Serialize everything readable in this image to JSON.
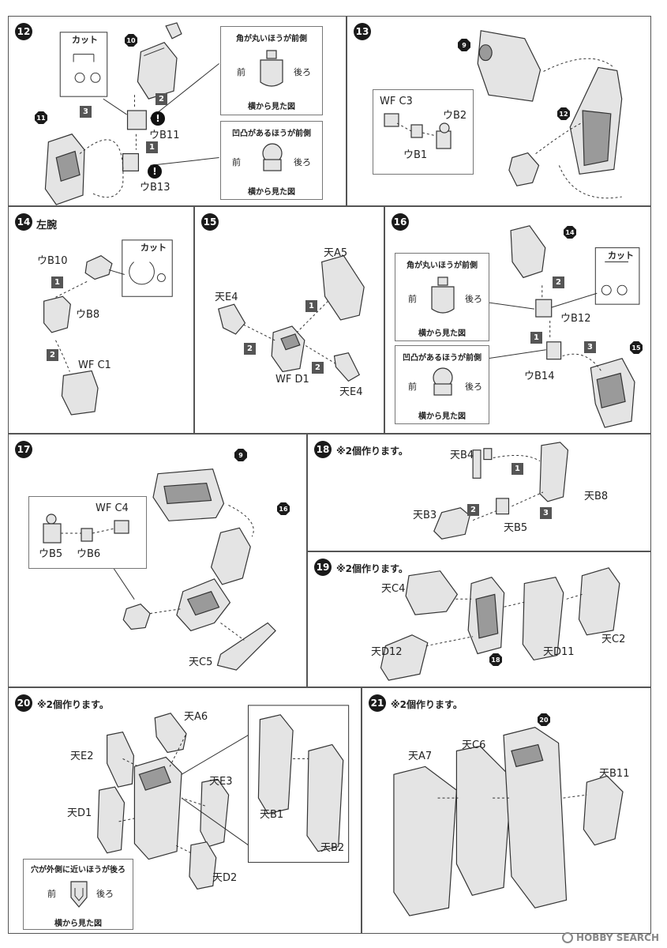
{
  "steps": {
    "s12": {
      "num": "12",
      "cut": "カット",
      "labels": {
        "p10": "10",
        "p11": "11",
        "ub11": "ウB11",
        "ub13": "ウB13"
      },
      "seq": [
        "2",
        "1",
        "3"
      ],
      "warn": "!",
      "box1": {
        "title": "角が丸いほうが前側",
        "front": "前",
        "back": "後ろ",
        "caption": "横から見た図"
      },
      "box2": {
        "title": "凹凸があるほうが前側",
        "front": "前",
        "back": "後ろ",
        "caption": "横から見た図"
      }
    },
    "s13": {
      "num": "13",
      "labels": {
        "p9": "9",
        "p12": "12",
        "wfc3": "WF C3",
        "ub2": "ウB2",
        "ub1": "ウB1"
      }
    },
    "s14": {
      "num": "14",
      "title": "左腕",
      "cut": "カット",
      "labels": {
        "ub10": "ウB10",
        "ub8": "ウB8",
        "wfc1": "WF C1"
      },
      "seq": [
        "1",
        "2"
      ]
    },
    "s15": {
      "num": "15",
      "labels": {
        "a5": "天A5",
        "e4a": "天E4",
        "d1": "WF D1",
        "e4b": "天E4"
      },
      "seq": [
        "1",
        "2",
        "2"
      ]
    },
    "s16": {
      "num": "16",
      "cut": "カット",
      "labels": {
        "p14": "14",
        "p15": "15",
        "ub12": "ウB12",
        "ub14": "ウB14"
      },
      "seq": [
        "2",
        "1",
        "3"
      ],
      "box1": {
        "title": "角が丸いほうが前側",
        "front": "前",
        "back": "後ろ",
        "caption": "横から見た図"
      },
      "box2": {
        "title": "凹凸があるほうが前側",
        "front": "前",
        "back": "後ろ",
        "caption": "横から見た図"
      }
    },
    "s17": {
      "num": "17",
      "labels": {
        "p9": "9",
        "p16": "16",
        "wfc4": "WF C4",
        "ub5": "ウB5",
        "ub6": "ウB6",
        "c5": "天C5"
      }
    },
    "s18": {
      "num": "18",
      "note": "※2個作ります。",
      "labels": {
        "b4": "天B4",
        "b8": "天B8",
        "b3": "天B3",
        "b5": "天B5"
      },
      "seq": [
        "1",
        "2",
        "3"
      ]
    },
    "s19": {
      "num": "19",
      "note": "※2個作ります。",
      "labels": {
        "c4": "天C4",
        "d12": "天D12",
        "p18": "18",
        "d11": "天D11",
        "c2": "天C2"
      }
    },
    "s20": {
      "num": "20",
      "note": "※2個作ります。",
      "labels": {
        "a6": "天A6",
        "e2": "天E2",
        "e3": "天E3",
        "d1": "天D1",
        "b1": "天B1",
        "b2": "天B2",
        "d2": "天D2"
      },
      "box": {
        "title": "穴が外側に近いほうが後ろ",
        "front": "前",
        "back": "後ろ",
        "caption": "横から見た図"
      }
    },
    "s21": {
      "num": "21",
      "note": "※2個作ります。",
      "labels": {
        "p20": "20",
        "a7": "天A7",
        "c6": "天C6",
        "b11": "天B11"
      }
    }
  },
  "watermark": {
    "text": "HOBBY SEARCH",
    "icon": "hobby-search-logo-icon"
  },
  "colors": {
    "ink": "#222222",
    "badge": "#1a1a1a",
    "seq": "#555555"
  }
}
